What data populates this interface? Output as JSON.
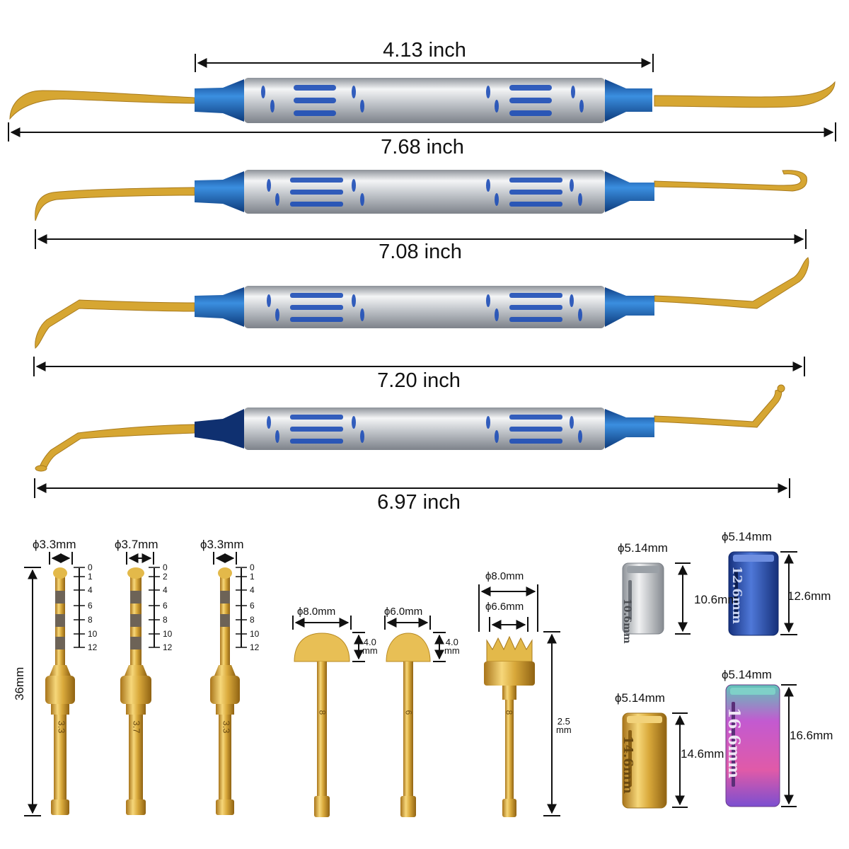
{
  "instruments": [
    {
      "length_label": "7.68 inch",
      "handle_label": "4.13 inch"
    },
    {
      "length_label": "7.08 inch"
    },
    {
      "length_label": "7.20 inch"
    },
    {
      "length_label": "6.97 inch"
    }
  ],
  "drills": [
    {
      "diameter": "ϕ3.3mm",
      "shaft_mark": "3.3"
    },
    {
      "diameter": "ϕ3.7mm",
      "shaft_mark": "3.7"
    },
    {
      "diameter": "ϕ3.3mm",
      "shaft_mark": "3.3"
    }
  ],
  "depth_ticks": [
    "0",
    "1",
    "4",
    "6",
    "8",
    "10",
    "12"
  ],
  "depth_ticks_b": [
    "0",
    "2",
    "4",
    "6",
    "8",
    "10",
    "12"
  ],
  "total_length": "36mm",
  "burs": [
    {
      "diameter": "ϕ8.0mm",
      "height": "4.0",
      "unit": "mm",
      "shaft_mark": "8"
    },
    {
      "diameter": "ϕ6.0mm",
      "height": "4.0",
      "unit": "mm",
      "shaft_mark": "6"
    }
  ],
  "trephine": {
    "outer": "ϕ8.0mm",
    "inner": "ϕ6.6mm",
    "height": "2.5",
    "unit": "mm",
    "shaft_mark": "8"
  },
  "stops": [
    {
      "diameter": "ϕ5.14mm",
      "length": "10.6mm",
      "engraving": "10.6mm",
      "color": "#c9cacc"
    },
    {
      "diameter": "ϕ5.14mm",
      "length": "12.6mm",
      "engraving": "12.6mm",
      "color": "#2f4fb0"
    },
    {
      "diameter": "ϕ5.14mm",
      "length": "14.6mm",
      "engraving": "14.6mm",
      "color": "#d9b24a"
    },
    {
      "diameter": "ϕ5.14mm",
      "length": "16.6mm",
      "engraving": "16.6mm",
      "color": "#b04fc0"
    }
  ],
  "colors": {
    "gold": "#d6a632",
    "blue": "#1f6fc0",
    "steel": "#c8ccd2"
  }
}
